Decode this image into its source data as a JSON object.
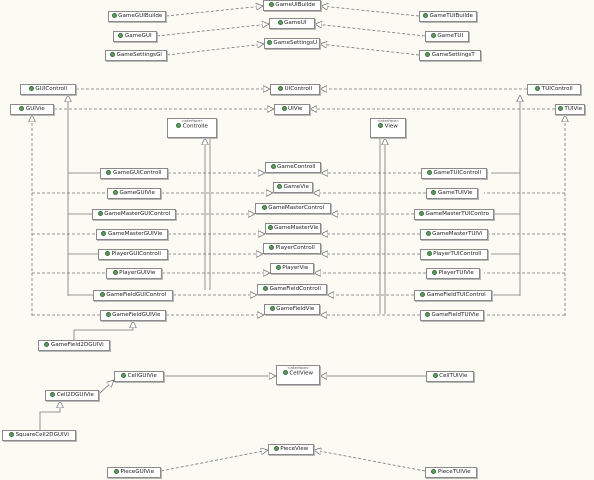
{
  "diagram": {
    "classes": {
      "GameUIBuilder": "GameUIBuilde",
      "GameGUIBuilder": "GameGUIBuilde",
      "GameTUIBuilder": "GameTUIBuilde",
      "GameUI": "GameUI",
      "GameGUI": "GameGUI",
      "GameTUI": "GameTUI",
      "GameSettingsUI": "GameSettingsU",
      "GameSettingsGUI": "GameSettingsGl",
      "GameSettingsTUI": "GameSettingsT",
      "GUIController": "GUIControll",
      "UIController": "UIControll",
      "TUIController": "TUIControll",
      "GUIView": "GUIVie",
      "UIView": "UIVie",
      "TUIView": "TUIVie",
      "Controller": "Controlle",
      "View": "View",
      "GameController": "GameControll",
      "GameGUIController": "GameGUIControll",
      "GameTUIController": "GameTUIControll",
      "GameView": "GameVie",
      "GameGUIView": "GameGUIVie",
      "GameTUIView": "GameTUIVie",
      "GameMasterController": "GameMasterControl",
      "GameMasterGUIController": "GameMasterGUIControl",
      "GameMasterTUIController": "GameMasterTUIContro",
      "GameMasterView": "GameMasterVie",
      "GameMasterGUIView": "GameMasterGUIVie",
      "GameMasterTUIView": "GameMasterTUIVi",
      "PlayerController": "PlayerControll",
      "PlayerGUIController": "PlayerGUIControll",
      "PlayerTUIController": "PlayerTUIControll",
      "PlayerView": "PlayerVie",
      "PlayerGUIView": "PlayerGUIVie",
      "PlayerTUIView": "PlayerTUIVie",
      "GameFieldController": "GameFieldControll",
      "GameFieldGUIController": "GameFieldGUIControl",
      "GameFieldTUIController": "GameFieldTUIControl",
      "GameFieldView": "GameFieldVie",
      "GameFieldGUIView": "GameFieldGUIVie",
      "GameFieldTUIView": "GameFieldTUIVie",
      "GameField2DGUIView": "GameField2DGUIVi",
      "CellView": "CellView",
      "CellGUIView": "CellGUIVie",
      "CellTUIView": "CellTUIVie",
      "Cell2DGUIView": "Cell2DGUIVie",
      "SquareCell2DGUIView": "SquareCell2DGUIVi",
      "PieceView": "PieceView",
      "PieceGUIView": "PieceGUIVie",
      "PieceTUIView": "PieceTUIVie"
    },
    "stereotype": "«interface»",
    "colors": {
      "background": "#fbfaf3",
      "class_icon": "#5e9e5e",
      "border": "#8a8a8a",
      "edge": "#777777"
    },
    "icon": "green-class-circle-icon"
  }
}
